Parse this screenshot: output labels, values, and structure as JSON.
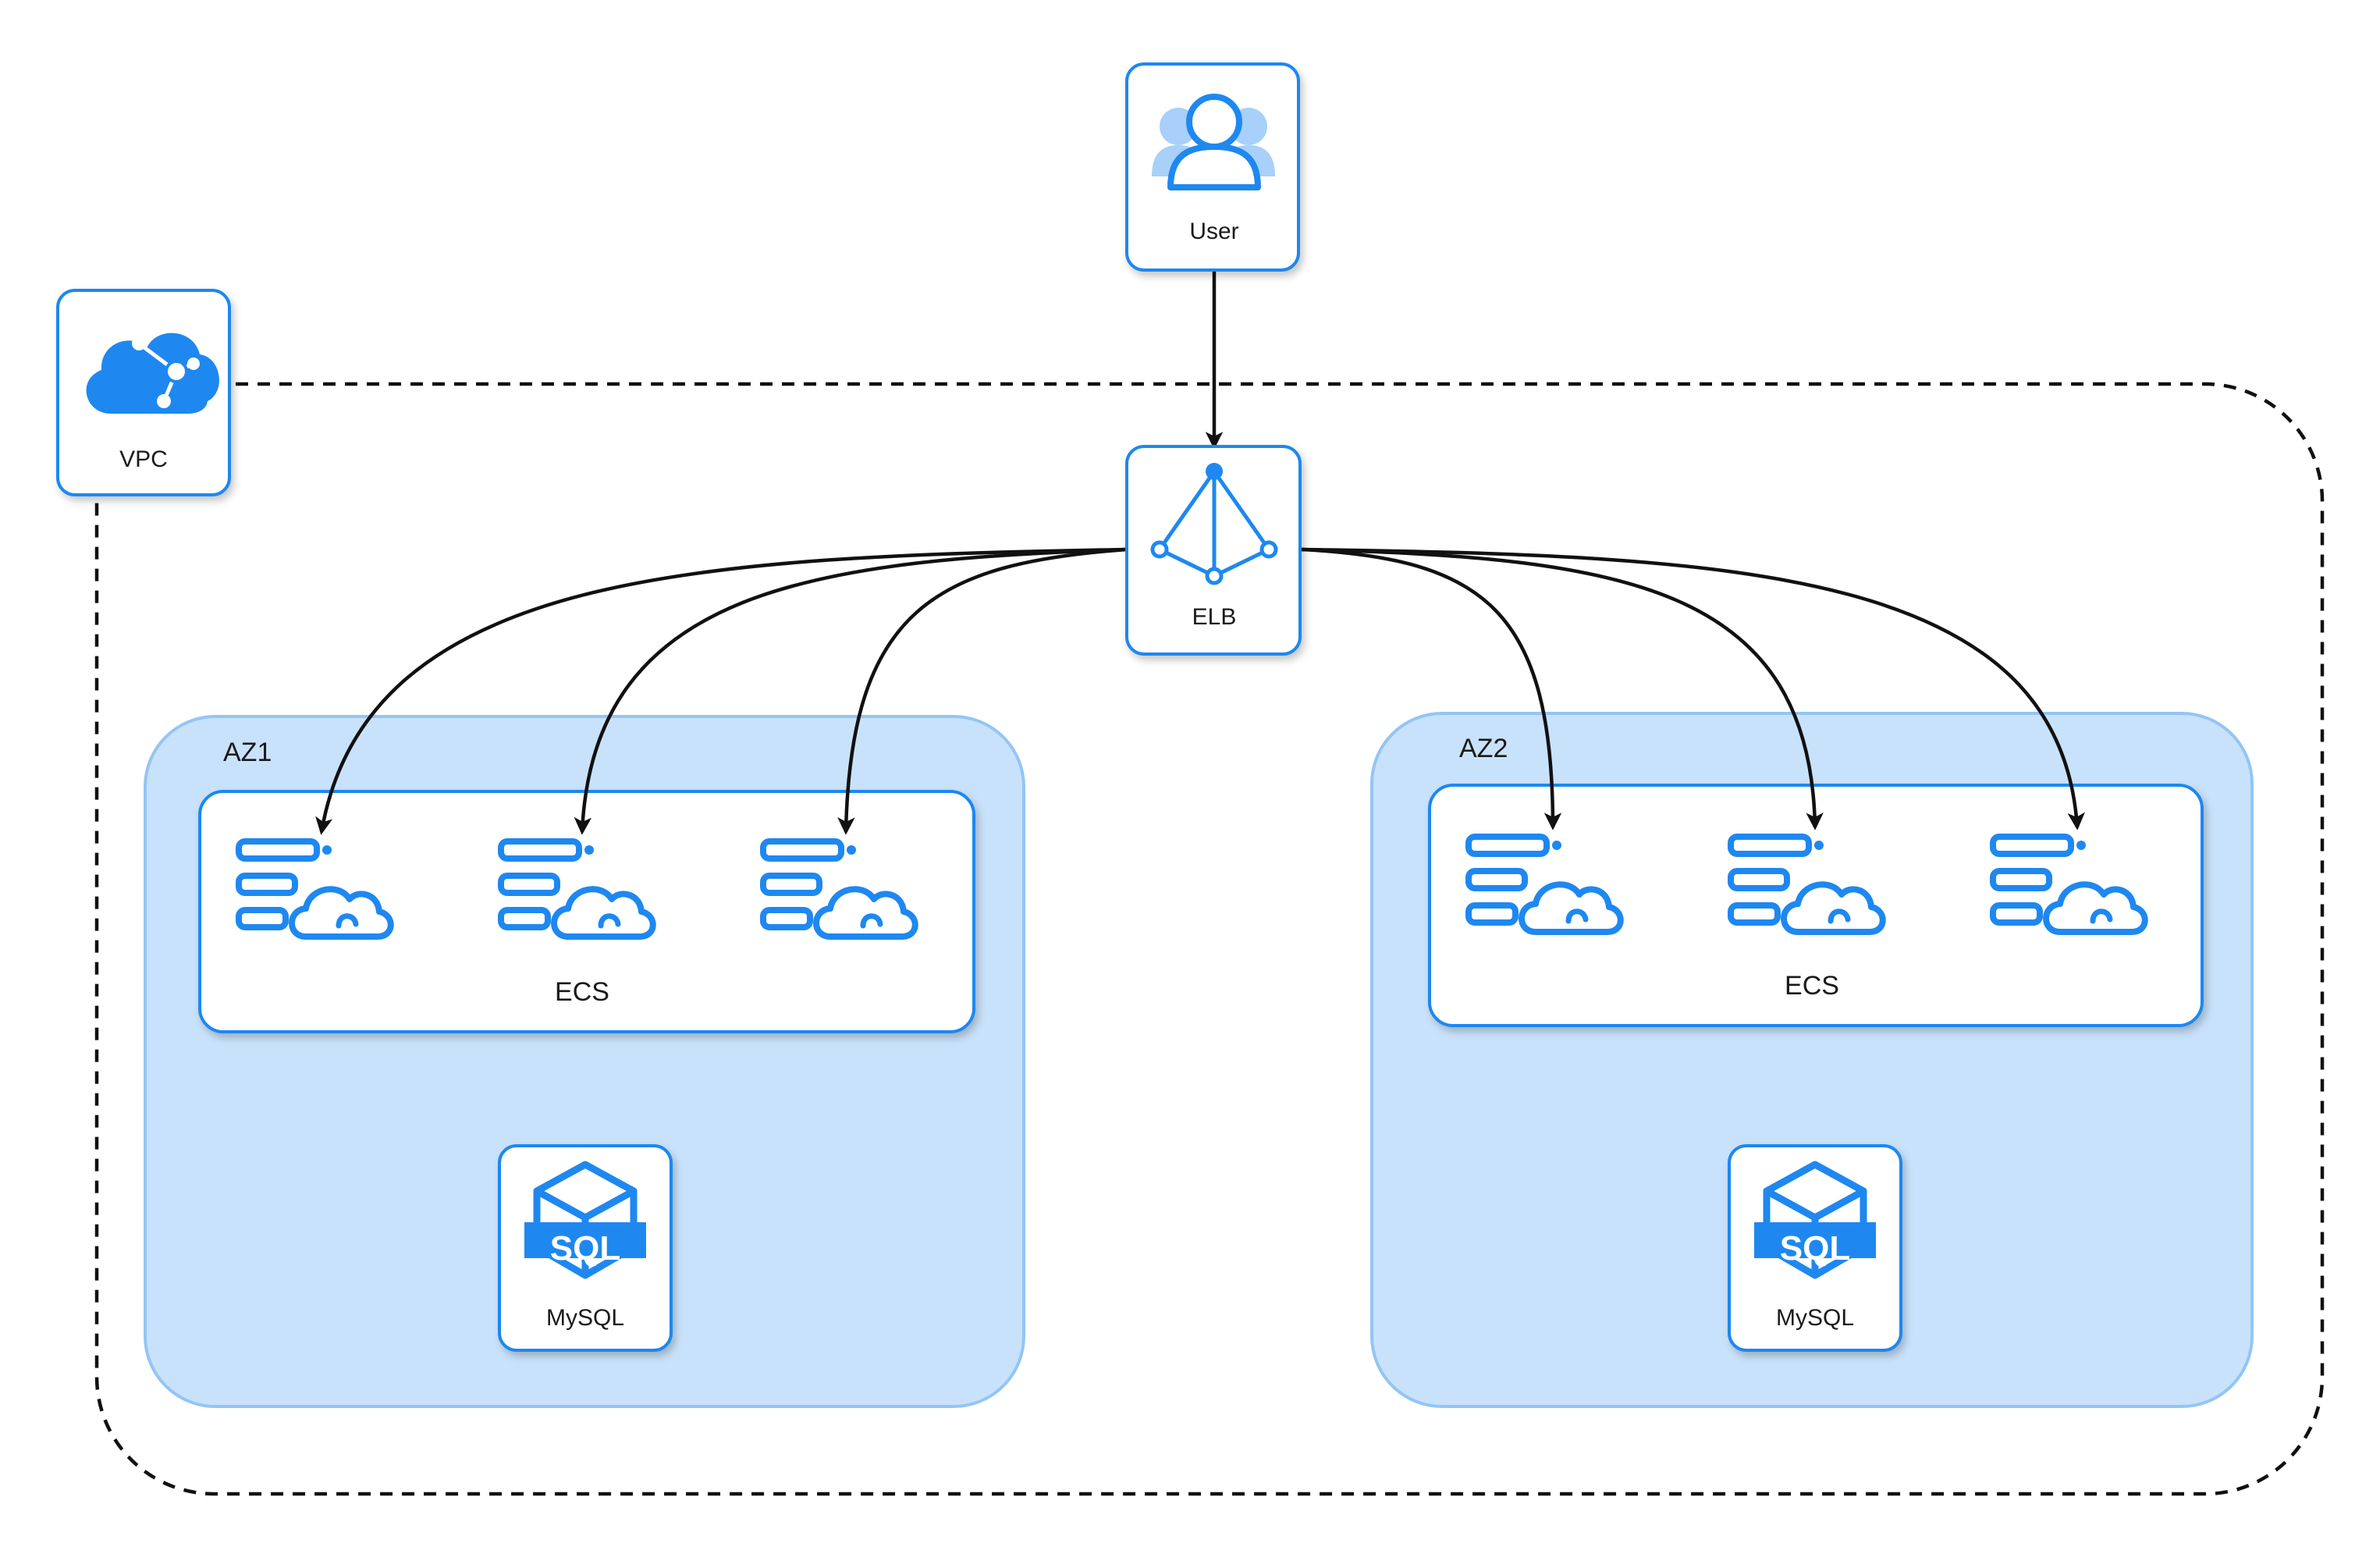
{
  "colors": {
    "accent": "#1e88f0",
    "zone_fill": "#c9e2fb",
    "zone_stroke": "#93c5f5",
    "edge": "#111111",
    "vpc_border": "#111111"
  },
  "nodes": {
    "user": {
      "label": "User",
      "icon": "user-group-icon"
    },
    "vpc": {
      "label": "VPC",
      "icon": "vpc-cloud-icon"
    },
    "elb": {
      "label": "ELB",
      "icon": "load-balancer-icon"
    }
  },
  "zones": [
    {
      "label": "AZ1",
      "ecs_label": "ECS",
      "ecs_count": 3,
      "db_label": "MySQL",
      "db_icon_text": "SQL"
    },
    {
      "label": "AZ2",
      "ecs_label": "ECS",
      "ecs_count": 3,
      "db_label": "MySQL",
      "db_icon_text": "SQL"
    }
  ],
  "edges": [
    {
      "from": "user",
      "to": "elb"
    },
    {
      "from": "elb",
      "to": "az1-ecs-1"
    },
    {
      "from": "elb",
      "to": "az1-ecs-2"
    },
    {
      "from": "elb",
      "to": "az1-ecs-3"
    },
    {
      "from": "elb",
      "to": "az2-ecs-1"
    },
    {
      "from": "elb",
      "to": "az2-ecs-2"
    },
    {
      "from": "elb",
      "to": "az2-ecs-3"
    }
  ]
}
